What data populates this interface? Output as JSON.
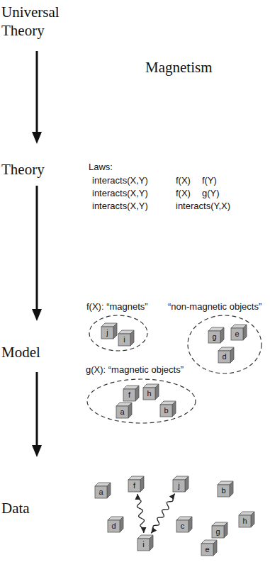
{
  "diagram": {
    "nodes": [
      {
        "text": [
          "f(X): “magnets”"
        ]
      },
      {
        "text": [
          "j"
        ],
        "in": 0
      },
      {
        "text": [
          "i"
        ],
        "in": 0
      },
      {
        "text": [
          "“non-magnetic objects”"
        ]
      },
      {
        "text": [
          "g"
        ],
        "in": 3
      },
      {
        "text": [
          "e"
        ],
        "in": 3
      },
      {
        "text": [
          "d"
        ],
        "in": 3
      },
      {
        "text": [
          "g(X): “magnetic objects”"
        ]
      },
      {
        "text": [
          "f"
        ],
        "in": 7
      },
      {
        "text": [
          "h"
        ],
        "in": 7
      },
      {
        "text": [
          "a"
        ],
        "in": 7
      },
      {
        "text": [
          "b"
        ],
        "in": 7
      },
      {
        "text": [
          "a"
        ]
      },
      {
        "text": [
          "f"
        ]
      },
      {
        "text": [
          "j"
        ]
      },
      {
        "text": [
          "b"
        ]
      },
      {
        "text": [
          "d"
        ]
      },
      {
        "text": [
          "c"
        ]
      },
      {
        "text": [
          "g"
        ]
      },
      {
        "text": [
          "h"
        ]
      },
      {
        "text": [
          "i"
        ]
      },
      {
        "text": [
          "e"
        ]
      }
    ],
    "edges": [
      {
        "from": 13,
        "to": 20,
        "arrow": "both"
      },
      {
        "from": 20,
        "to": 14,
        "arrow": "both"
      }
    ],
    "labels": [
      "Universal Theory",
      "Magnetism",
      "Theory",
      "Laws:",
      "interacts(X,Y)",
      "f(X)",
      "f(Y)",
      "interacts(X,Y)",
      "f(X)",
      "g(Y)",
      "interacts(X,Y)",
      "interacts(Y,X)",
      "Model",
      "Data"
    ]
  }
}
